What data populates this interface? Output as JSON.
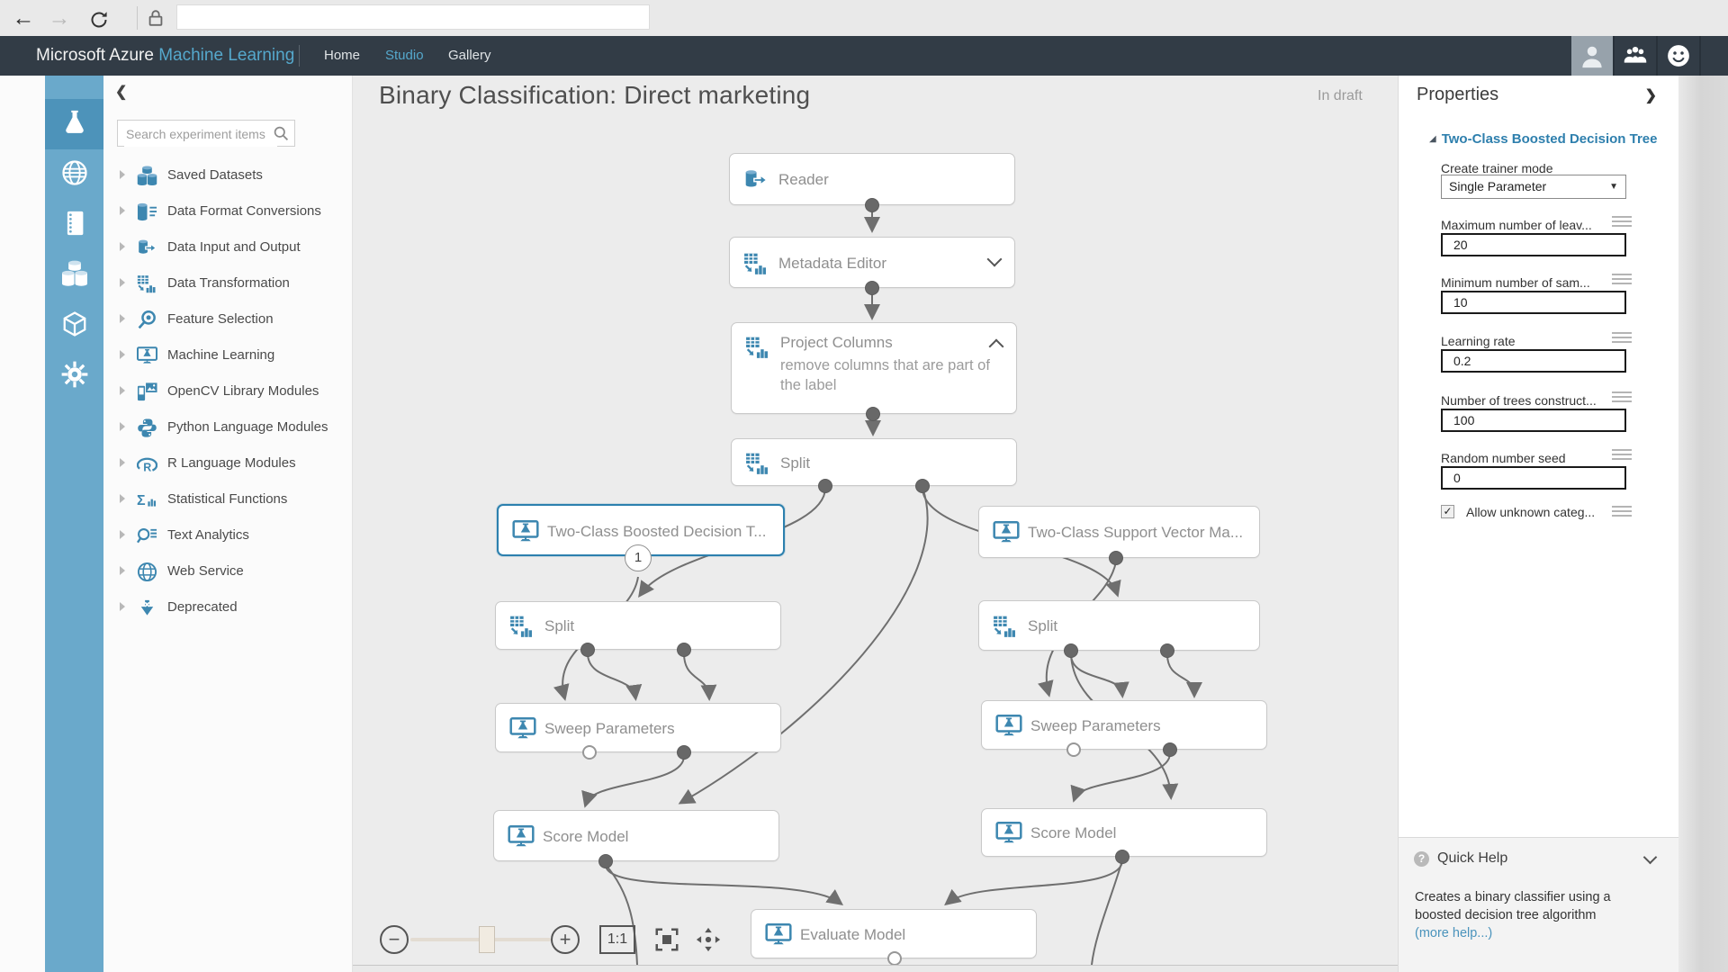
{
  "browser": {
    "url": ""
  },
  "header": {
    "brand_primary": "Microsoft Azure",
    "brand_secondary": "Machine Learning",
    "nav": [
      {
        "label": "Home",
        "active": false
      },
      {
        "label": "Studio",
        "active": true
      },
      {
        "label": "Gallery",
        "active": false
      }
    ]
  },
  "sidebar": {
    "search_placeholder": "Search experiment items",
    "strip": [
      "flask",
      "globe",
      "notebook",
      "database",
      "cube",
      "gear"
    ],
    "items": [
      {
        "icon": "datasets",
        "label": "Saved Datasets"
      },
      {
        "icon": "convert",
        "label": "Data Format Conversions"
      },
      {
        "icon": "io",
        "label": "Data Input and Output"
      },
      {
        "icon": "table",
        "label": "Data Transformation"
      },
      {
        "icon": "feature",
        "label": "Feature Selection"
      },
      {
        "icon": "monitor",
        "label": "Machine Learning"
      },
      {
        "icon": "opencv",
        "label": "OpenCV Library Modules"
      },
      {
        "icon": "python",
        "label": "Python Language Modules"
      },
      {
        "icon": "r",
        "label": "R Language Modules"
      },
      {
        "icon": "stats",
        "label": "Statistical Functions"
      },
      {
        "icon": "textan",
        "label": "Text Analytics"
      },
      {
        "icon": "web",
        "label": "Web Service"
      },
      {
        "icon": "deprecated",
        "label": "Deprecated"
      }
    ]
  },
  "canvas": {
    "title": "Binary Classification: Direct marketing",
    "status": "In draft",
    "nodes": [
      {
        "id": "reader",
        "label": "Reader",
        "icon": "io"
      },
      {
        "id": "metadata",
        "label": "Metadata Editor",
        "icon": "table",
        "chevron": "down"
      },
      {
        "id": "project",
        "label": "Project Columns",
        "icon": "table",
        "chevron": "up",
        "sublabel": "remove columns that are part of the label"
      },
      {
        "id": "split-top",
        "label": "Split",
        "icon": "table"
      },
      {
        "id": "boosted",
        "label": "Two-Class Boosted Decision T...",
        "icon": "monitor",
        "selected": true,
        "badge": "1"
      },
      {
        "id": "svm",
        "label": "Two-Class Support Vector Ma...",
        "icon": "monitor"
      },
      {
        "id": "split-left",
        "label": "Split",
        "icon": "table"
      },
      {
        "id": "split-right",
        "label": "Split",
        "icon": "table"
      },
      {
        "id": "sweep-left",
        "label": "Sweep Parameters",
        "icon": "monitor"
      },
      {
        "id": "sweep-right",
        "label": "Sweep Parameters",
        "icon": "monitor"
      },
      {
        "id": "score-left",
        "label": "Score Model",
        "icon": "monitor"
      },
      {
        "id": "score-right",
        "label": "Score Model",
        "icon": "monitor"
      },
      {
        "id": "evaluate",
        "label": "Evaluate Model",
        "icon": "monitor"
      }
    ],
    "zoombar": {
      "ratio_label": "1:1"
    }
  },
  "properties": {
    "title": "Properties",
    "section": "Two-Class Boosted Decision Tree",
    "trainer_mode": {
      "label": "Create trainer mode",
      "value": "Single Parameter"
    },
    "fields": [
      {
        "label": "Maximum number of leav...",
        "value": "20"
      },
      {
        "label": "Minimum number of sam...",
        "value": "10"
      },
      {
        "label": "Learning rate",
        "value": "0.2"
      },
      {
        "label": "Number of trees construct...",
        "value": "100"
      },
      {
        "label": "Random number seed",
        "value": "0"
      }
    ],
    "checkbox": {
      "label": "Allow unknown categ...",
      "checked": true
    }
  },
  "quick_help": {
    "title": "Quick Help",
    "text": "Creates a binary classifier using a boosted decision tree algorithm",
    "link": "(more help...)"
  },
  "colors": {
    "accent": "#55a8cc",
    "icon_blue": "#3d87b0",
    "selected_border": "#2c80ae",
    "link": "#4a93bc",
    "wire": "#6f6f6f"
  }
}
